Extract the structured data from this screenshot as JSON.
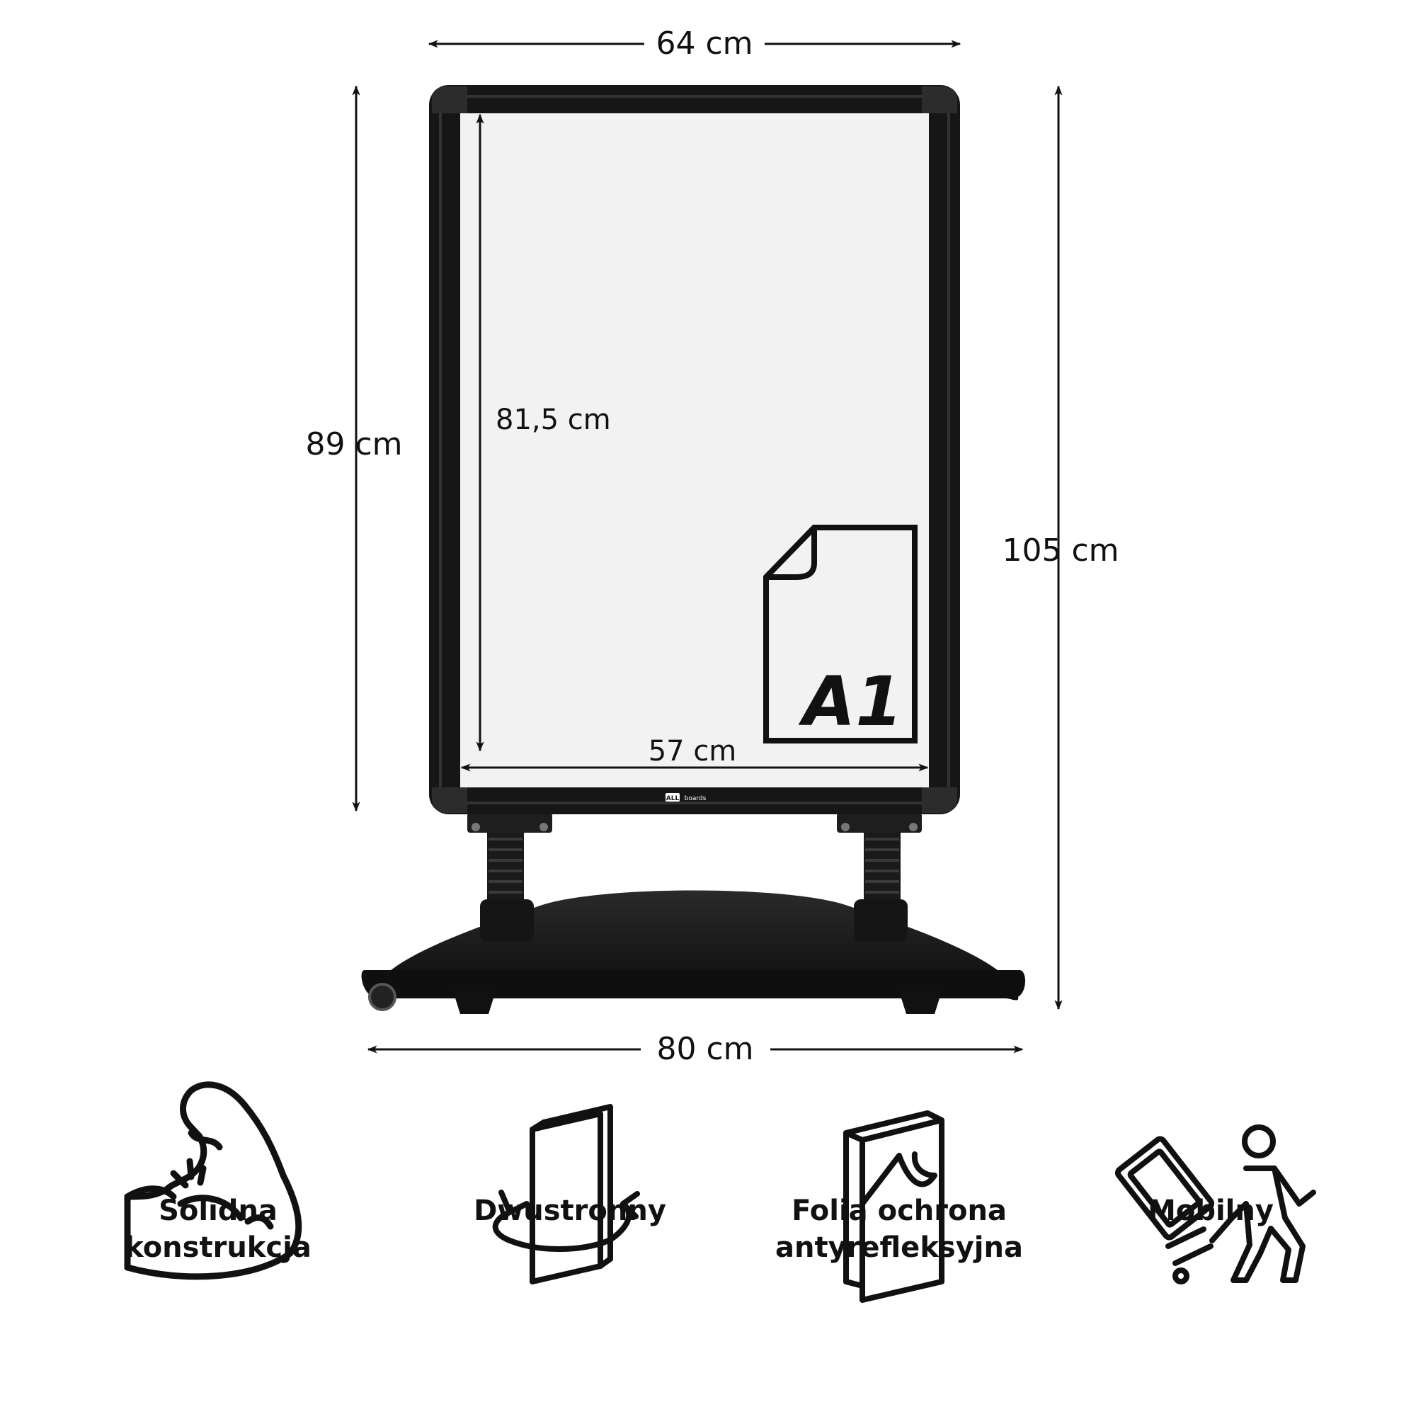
{
  "dimensions": {
    "frame_width": "64 cm",
    "frame_height": "89 cm",
    "total_height": "105 cm",
    "base_width": "80 cm",
    "poster_height": "81,5 cm",
    "poster_width": "57 cm"
  },
  "poster_format": "A1",
  "brand": "ALLboards",
  "features": [
    {
      "icon": "strength-arm-icon",
      "lines": [
        "Solidna",
        "konstrukcja"
      ]
    },
    {
      "icon": "double-sided-rotate-icon",
      "lines": [
        "Dwustronny"
      ]
    },
    {
      "icon": "protective-film-icon",
      "lines": [
        "Folia ochrona",
        "antyrefleksyjna"
      ]
    },
    {
      "icon": "mobile-person-pulling-stand-icon",
      "lines": [
        "Mobilny"
      ]
    }
  ],
  "colors": {
    "frame": "#161616",
    "poster_area": "#f2f2f2",
    "line": "#111111"
  }
}
